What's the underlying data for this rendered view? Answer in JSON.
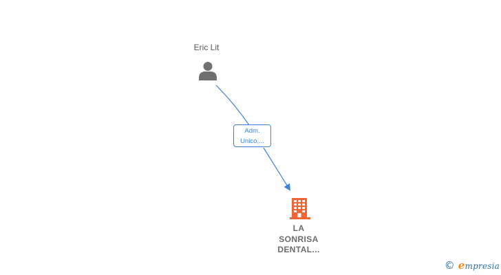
{
  "person": {
    "name": "Eric Lit",
    "icon": "person-icon",
    "color": "#707070"
  },
  "relation": {
    "line1": "Adm.",
    "line2": "Unico,...",
    "color": "#3d82d6"
  },
  "company": {
    "line1": "LA",
    "line2": "SONRISA",
    "line3": "DENTAL...",
    "icon": "building-icon",
    "color": "#f26433"
  },
  "footer": {
    "copyright_symbol": "©",
    "brand_initial": "e",
    "brand_rest": "mpresia",
    "color": "#2a6f9e",
    "accent": "#f08a1c"
  }
}
